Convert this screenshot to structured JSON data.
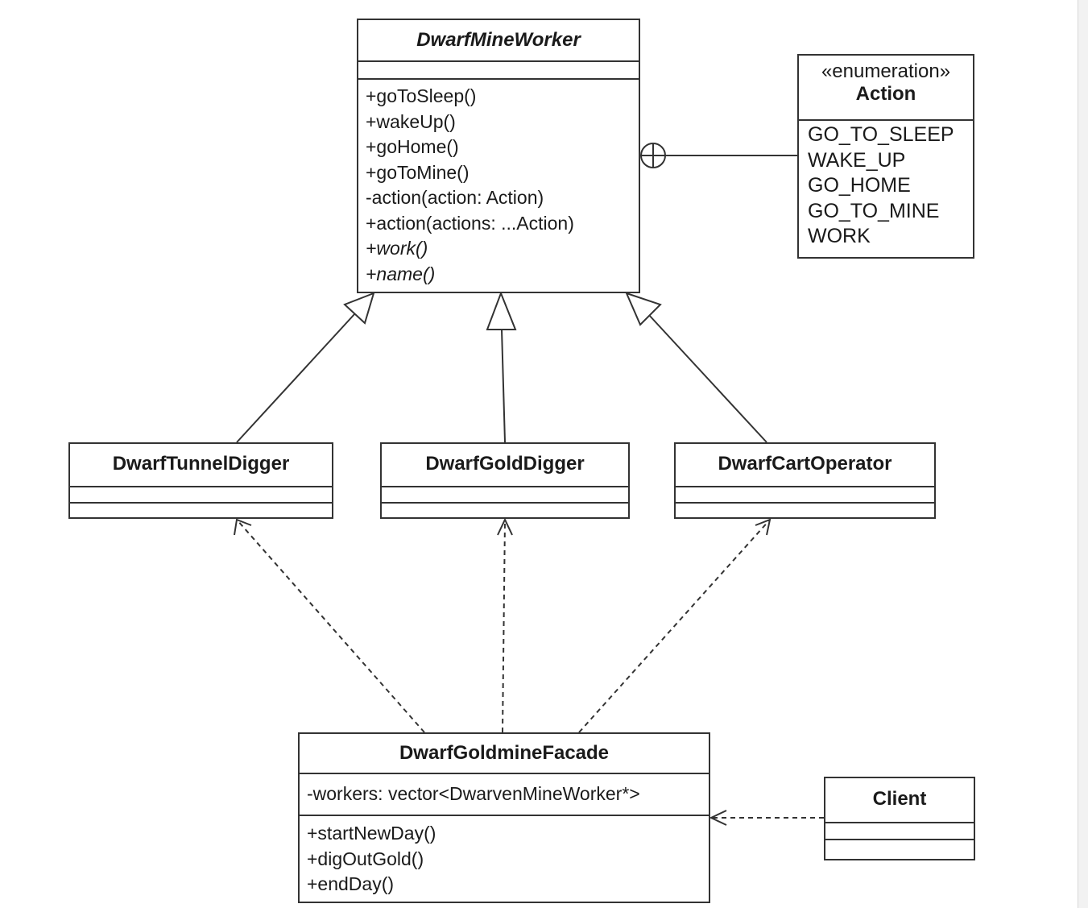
{
  "diagram": {
    "dwarf_mine_worker": {
      "name": "DwarfMineWorker",
      "operations": [
        "+goToSleep()",
        "+wakeUp()",
        "+goHome()",
        "+goToMine()",
        "-action(action: Action)",
        "+action(actions: ...Action)",
        "+work()",
        "+name()"
      ]
    },
    "action_enum": {
      "stereotype": "«enumeration»",
      "name": "Action",
      "literals": [
        "GO_TO_SLEEP",
        "WAKE_UP",
        "GO_HOME",
        "GO_TO_MINE",
        "WORK"
      ]
    },
    "tunnel_digger": {
      "name": "DwarfTunnelDigger"
    },
    "gold_digger": {
      "name": "DwarfGoldDigger"
    },
    "cart_operator": {
      "name": "DwarfCartOperator"
    },
    "facade": {
      "name": "DwarfGoldmineFacade",
      "attributes": [
        "-workers: vector<DwarvenMineWorker*>"
      ],
      "operations": [
        "+startNewDay()",
        "+digOutGold()",
        "+endDay()"
      ]
    },
    "client": {
      "name": "Client"
    },
    "relationships": [
      {
        "type": "generalization",
        "from": "DwarfTunnelDigger",
        "to": "DwarfMineWorker"
      },
      {
        "type": "generalization",
        "from": "DwarfGoldDigger",
        "to": "DwarfMineWorker"
      },
      {
        "type": "generalization",
        "from": "DwarfCartOperator",
        "to": "DwarfMineWorker"
      },
      {
        "type": "nesting",
        "from": "Action",
        "to": "DwarfMineWorker"
      },
      {
        "type": "dependency",
        "from": "DwarfGoldmineFacade",
        "to": "DwarfTunnelDigger"
      },
      {
        "type": "dependency",
        "from": "DwarfGoldmineFacade",
        "to": "DwarfGoldDigger"
      },
      {
        "type": "dependency",
        "from": "DwarfGoldmineFacade",
        "to": "DwarfCartOperator"
      },
      {
        "type": "dependency",
        "from": "Client",
        "to": "DwarfGoldmineFacade"
      }
    ]
  }
}
